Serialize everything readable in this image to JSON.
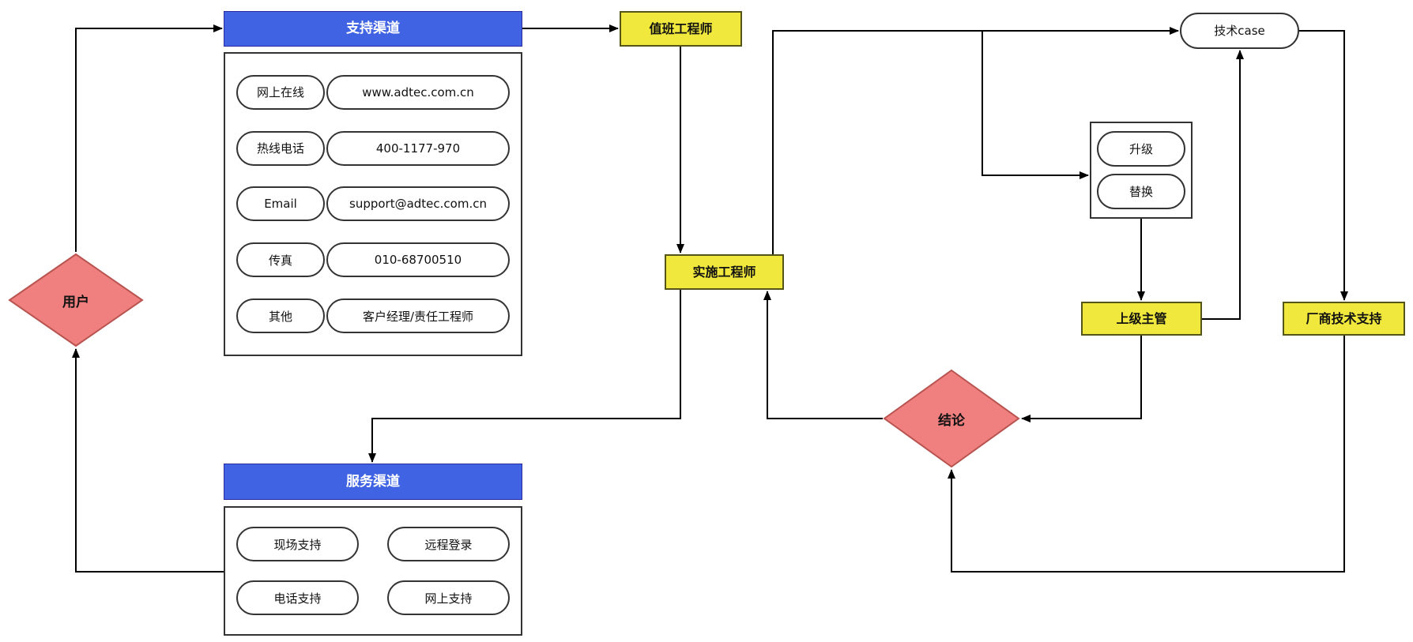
{
  "colors": {
    "blue": "#4063e3",
    "yellow": "#f0e83c",
    "coral": "#f08080",
    "coral-border": "#b85450",
    "node-border": "#333333"
  },
  "nodes": {
    "user": "用户",
    "support_channels": "支持渠道",
    "duty_engineer": "值班工程师",
    "implementation_engineer": "实施工程师",
    "tech_case": "技术case",
    "upgrade": "升级",
    "replace": "替换",
    "supervisor": "上级主管",
    "vendor_support": "厂商技术支持",
    "conclusion": "结论",
    "service_channels": "服务渠道"
  },
  "support_box": {
    "rows": [
      {
        "key": "网上在线",
        "value": "www.adtec.com.cn"
      },
      {
        "key": "热线电话",
        "value": "400-1177-970"
      },
      {
        "key": "Email",
        "value": "support@adtec.com.cn"
      },
      {
        "key": "传真",
        "value": "010-68700510"
      },
      {
        "key": "其他",
        "value": "客户经理/责任工程师"
      }
    ]
  },
  "service_box": {
    "items": [
      "现场支持",
      "远程登录",
      "电话支持",
      "网上支持"
    ]
  }
}
